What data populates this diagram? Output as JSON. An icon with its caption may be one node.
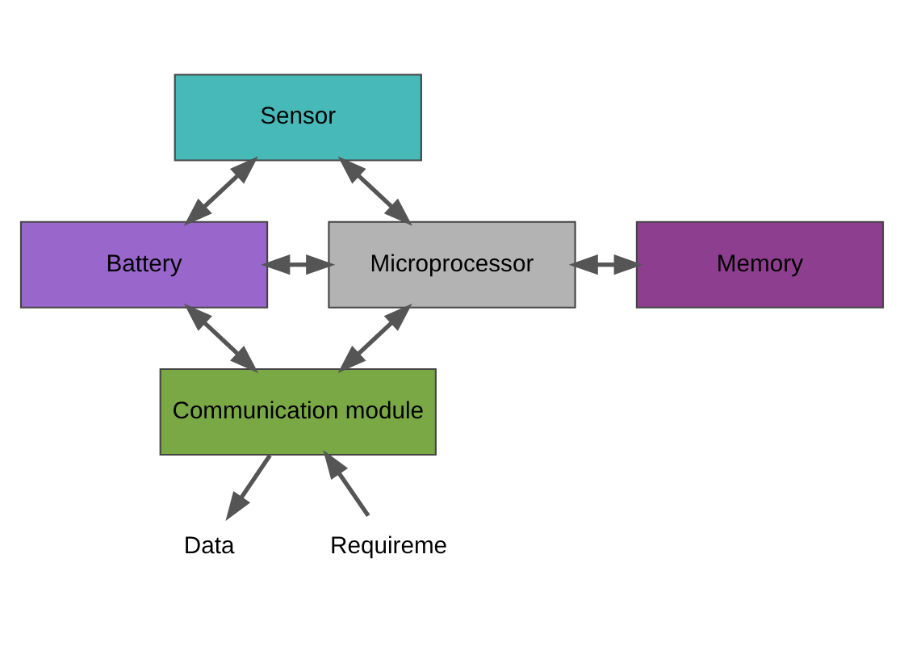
{
  "diagram": {
    "nodes": [
      {
        "text": [
          "Sensor"
        ]
      },
      {
        "text": [
          "Battery"
        ]
      },
      {
        "text": [
          "Microprocessor"
        ]
      },
      {
        "text": [
          "Memory"
        ]
      },
      {
        "text": [
          "Communication module"
        ]
      },
      {
        "text": [
          "Data"
        ]
      },
      {
        "text": [
          "Requireme"
        ]
      }
    ],
    "edges": [
      {
        "from": 1,
        "to": 0,
        "arrow": "both"
      },
      {
        "from": 0,
        "to": 2,
        "arrow": "both"
      },
      {
        "from": 1,
        "to": 2,
        "arrow": "both"
      },
      {
        "from": 2,
        "to": 3,
        "arrow": "both"
      },
      {
        "from": 2,
        "to": 4,
        "arrow": "both"
      },
      {
        "from": 1,
        "to": 4,
        "arrow": "both"
      },
      {
        "from": 4,
        "to": 5,
        "arrow": "to"
      },
      {
        "from": 6,
        "to": 4,
        "arrow": "to"
      }
    ]
  }
}
